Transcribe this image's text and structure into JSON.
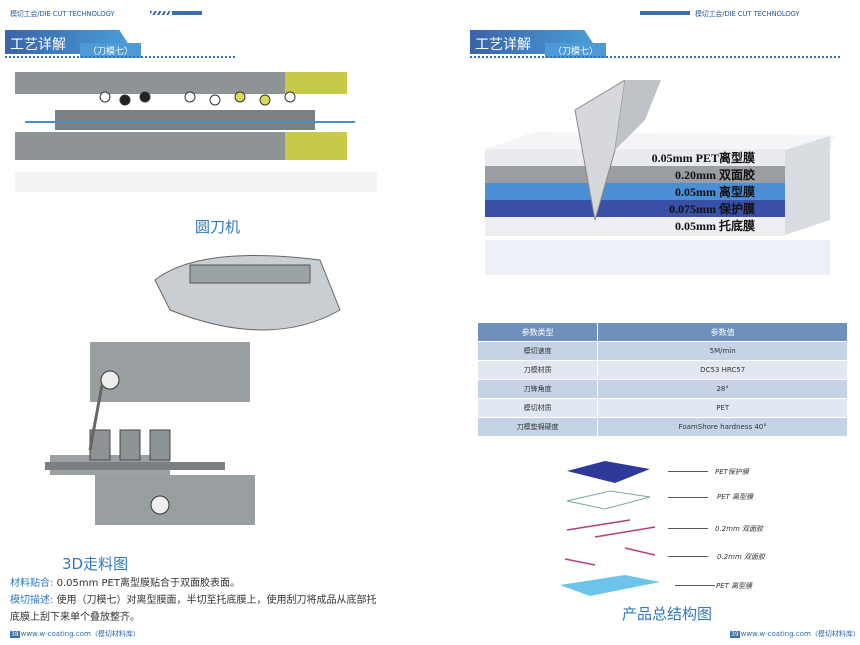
{
  "left_page": {
    "header": "模切工会/DIE CUT TECHNOLOGY",
    "section_title": "工艺详解",
    "section_sub": "（刀模七）",
    "caption_machine": "圆刀机",
    "caption_3d": "3D走料图",
    "material_label": "材料贴合:",
    "material_text": "0.05mm PET离型膜贴合于双面胶表面。",
    "desc_label": "模切描述:",
    "desc_text_1": "使用（刀模七）对离型膜面，半切至托底膜上，使用刮刀将成品从底部托",
    "desc_text_2": "底膜上刮下来单个叠放整齐。",
    "page_number": "38",
    "footer": "www.w-coating.com（模切材料库）"
  },
  "right_page": {
    "header": "模切工会/DIE CUT TECHNOLOGY",
    "section_title": "工艺详解",
    "section_sub": "（刀模七）",
    "layers": [
      {
        "label": "0.05mm PET离型膜",
        "color": "#e9ebee"
      },
      {
        "label": "0.20mm 双面胶",
        "color": "#9a9da2"
      },
      {
        "label": "0.05mm 离型膜",
        "color": "#4a8fd6"
      },
      {
        "label": "0.075mm 保护膜",
        "color": "#3a4fa8"
      },
      {
        "label": "0.05mm 托底膜",
        "color": "#eceef2"
      }
    ],
    "table": {
      "headers": [
        "参数类型",
        "参数值"
      ],
      "rows": [
        [
          "模切速度",
          "5M/min"
        ],
        [
          "刀模材质",
          "DC53 HRC57"
        ],
        [
          "刀锋角度",
          "28°"
        ],
        [
          "模切材质",
          "PET"
        ],
        [
          "刀模垫棉硬度",
          "FoamShore hardness 40°"
        ]
      ]
    },
    "structure_labels": [
      "PET保护膜",
      "PET 离型膜",
      "0.2mm 双面胶",
      "0.2mm 双面胶",
      "PET 离型膜"
    ],
    "caption_structure": "产品总结构图",
    "page_number": "39",
    "footer": "www.w-coating.com（模切材料库）"
  }
}
